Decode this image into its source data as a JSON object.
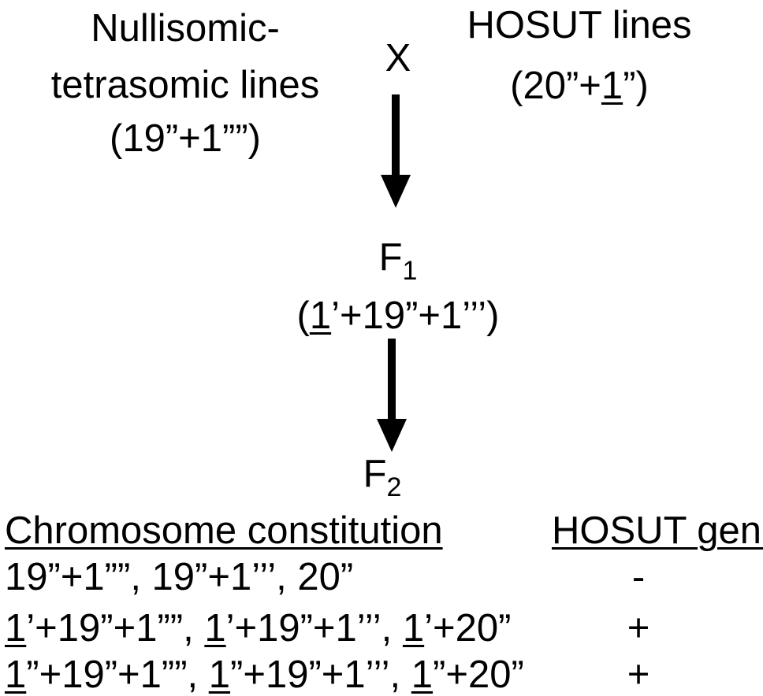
{
  "parents": {
    "left": {
      "line1": "Nullisomic-",
      "line2": "tetrasomic lines",
      "line3": "(19”+1””)"
    },
    "cross_symbol": "X",
    "right": {
      "line1": "HOSUT lines",
      "open": "(20”+",
      "underlined": "1",
      "close": "”)"
    }
  },
  "f1": {
    "label": "F",
    "sub": "1",
    "open": "(",
    "underlined": "1",
    "rest": "’+19”+1’’’)"
  },
  "f2": {
    "label": "F",
    "sub": "2"
  },
  "table": {
    "header_left": "Chromosome constitution",
    "header_right": "HOSUT gene",
    "rows": [
      {
        "parts": [
          {
            "text": "19”+1””, 19”+1’’’, 20”"
          }
        ],
        "gene": "-"
      },
      {
        "parts": [
          {
            "u": "1"
          },
          {
            "text": "’+19”+1””, "
          },
          {
            "u": "1"
          },
          {
            "text": "’+19”+1’’’, "
          },
          {
            "u": "1"
          },
          {
            "text": "’+20”"
          }
        ],
        "gene": "+"
      },
      {
        "parts": [
          {
            "u": "1"
          },
          {
            "text": "”+19”+1””, "
          },
          {
            "u": "1"
          },
          {
            "text": "”+19”+1’’’, "
          },
          {
            "u": "1"
          },
          {
            "text": "”+20”"
          }
        ],
        "gene": "+"
      }
    ]
  },
  "colors": {
    "text": "#000000",
    "arrow": "#000000",
    "background": "#ffffff"
  }
}
